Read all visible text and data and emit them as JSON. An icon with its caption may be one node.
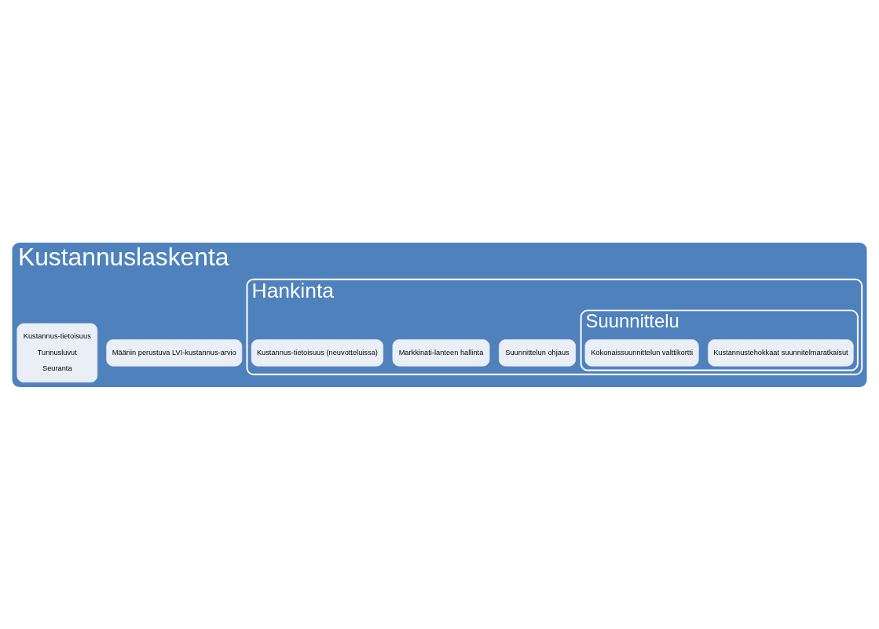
{
  "diagram": {
    "nodes": [
      {
        "text": [
          "Kustannuslaskenta"
        ]
      },
      {
        "text": [
          "Määriin perustuva LVI-kustannus-arvio"
        ],
        "in": 0
      },
      {
        "text": [
          "Kustannus-tietoisuus",
          "Tunnusluvut",
          "Seuranta"
        ],
        "in": 0
      },
      {
        "text": [
          "Hankinta"
        ],
        "in": 0
      },
      {
        "text": [
          "Suunnittelun ohjaus"
        ],
        "in": 3
      },
      {
        "text": [
          "Markkinati-lanteen hallinta"
        ],
        "in": 3
      },
      {
        "text": [
          "Kustannus-tietoisuus (neuvotteluissa)"
        ],
        "in": 3
      },
      {
        "text": [
          "Suunnittelu"
        ],
        "in": 3
      },
      {
        "text": [
          "Kustannustehokkaat suunnitelmaratkaisut"
        ],
        "in": 7
      },
      {
        "text": [
          "Kokonaissuunnittelun valttikortti"
        ],
        "in": 7
      }
    ]
  }
}
